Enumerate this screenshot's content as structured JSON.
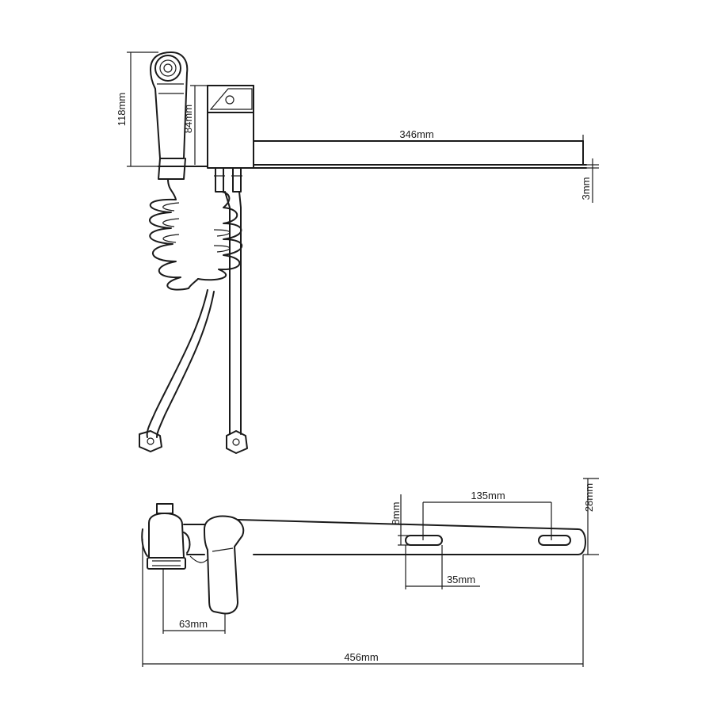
{
  "dimensions": {
    "top_handshower_height": "118mm",
    "top_body_height": "84mm",
    "top_spout_length": "346mm",
    "top_spout_thickness": "3mm",
    "bottom_slot_spacing": "135mm",
    "bottom_slot_width": "8mm",
    "bottom_spout_width": "28mm",
    "bottom_slot_length": "35mm",
    "bottom_handshower_offset": "63mm",
    "bottom_total_length": "456mm"
  },
  "colors": {
    "line": "#1a1a1a",
    "background": "#ffffff"
  }
}
